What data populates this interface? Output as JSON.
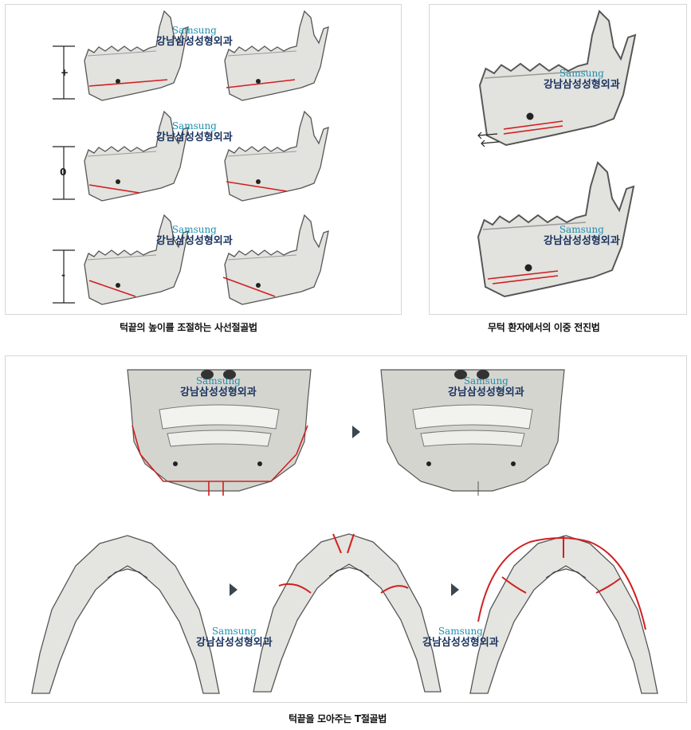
{
  "captions": {
    "panel1": "턱끝의 높이를 조절하는 사선절골법",
    "panel2": "무턱 환자에서의 이중 전진법",
    "panel3": "턱끝을 모아주는 T절골법"
  },
  "watermark": {
    "brand_en": "Samsung",
    "brand_ko": "강남삼성성형외과"
  },
  "height_marks": [
    "+",
    "0",
    "-"
  ],
  "colors": {
    "bone": "#e2e2de",
    "bone_stroke": "#555555",
    "cut_line": "#d02020",
    "brand_blue": "#1f8fb0"
  }
}
